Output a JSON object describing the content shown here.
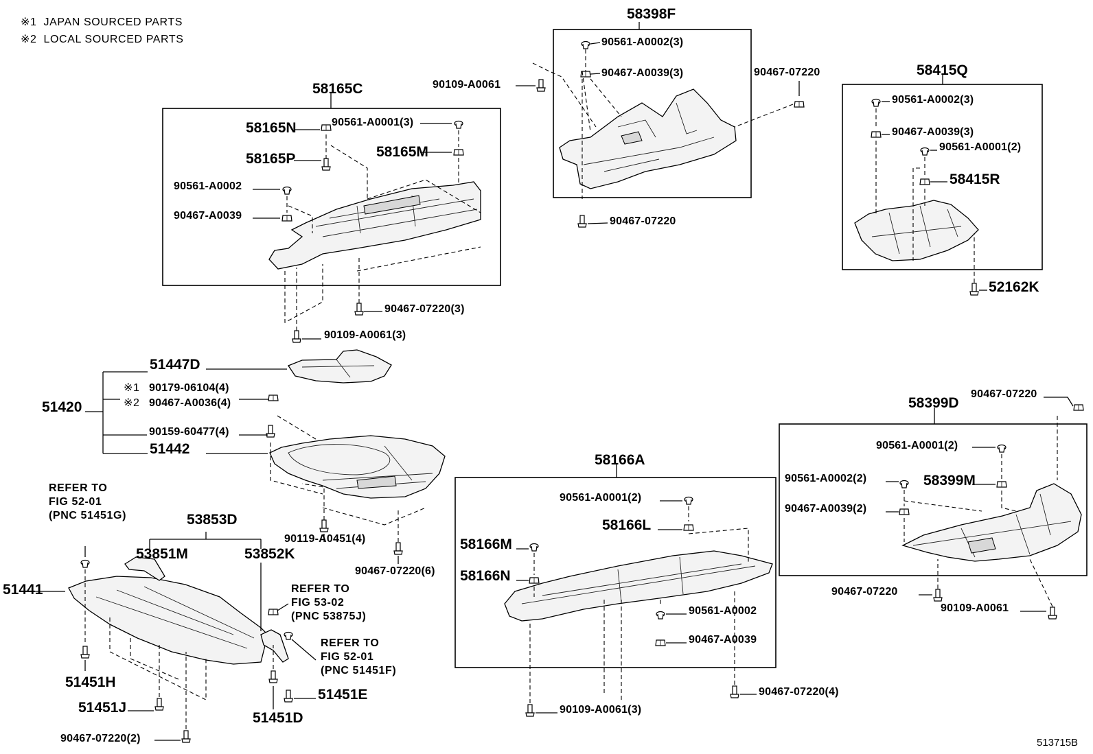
{
  "notes": [
    {
      "mark": "※1",
      "text": "JAPAN SOURCED PARTS"
    },
    {
      "mark": "※2",
      "text": "LOCAL SOURCED PARTS"
    }
  ],
  "figure_code": "513715B",
  "assemblies": {
    "a58398F": "58398F",
    "a58165C": "58165C",
    "a58415Q": "58415Q",
    "a51420": "51420",
    "a58399D": "58399D",
    "a58166A": "58166A",
    "a53853D": "53853D"
  },
  "labels": {
    "l_90561_A0002_3_top": "90561-A0002(3)",
    "l_90467_A0039_3_top": "90467-A0039(3)",
    "l_90467_07220_topA": "90467-07220",
    "l_90109_A0061_top": "90109-A0061",
    "l_90467_07220_topB": "90467-07220",
    "l_58165N": "58165N",
    "l_90561_A0001_3": "90561-A0001(3)",
    "l_58165P": "58165P",
    "l_58165M": "58165M",
    "l_90561_A0002_left": "90561-A0002",
    "l_90467_A0039_left": "90467-A0039",
    "l_90467_07220_3": "90467-07220(3)",
    "l_90109_A0061_3_left": "90109-A0061(3)",
    "l_90561_A0002_3_right": "90561-A0002(3)",
    "l_90467_A0039_3_right": "90467-A0039(3)",
    "l_90561_A0001_2_right": "90561-A0001(2)",
    "l_58415R": "58415R",
    "l_52162K": "52162K",
    "l_51447D": "51447D",
    "l_note1_mark": "※1",
    "l_90179_06104": "90179-06104(4)",
    "l_note2_mark": "※2",
    "l_90467_A0036": "90467-A0036(4)",
    "l_90159_60477": "90159-60477(4)",
    "l_51442": "51442",
    "l_90119_A0451": "90119-A0451(4)",
    "l_90467_07220_6": "90467-07220(6)",
    "l_90467_07220_far": "90467-07220",
    "l_90561_A0001_2_c": "90561-A0001(2)",
    "l_90561_A0002_2_c": "90561-A0002(2)",
    "l_58399M": "58399M",
    "l_90467_A0039_2_c": "90467-A0039(2)",
    "l_90467_07220_c": "90467-07220",
    "l_90109_A0061_c": "90109-A0061",
    "l_90561_A0001_2_m": "90561-A0001(2)",
    "l_58166L": "58166L",
    "l_58166M": "58166M",
    "l_58166N": "58166N",
    "l_90561_A0002_m": "90561-A0002",
    "l_90467_A0039_m": "90467-A0039",
    "l_90467_07220_4": "90467-07220(4)",
    "l_90109_A0061_3_m": "90109-A0061(3)",
    "l_53851M": "53851M",
    "l_53852K": "53852K",
    "l_51441": "51441",
    "l_51451H": "51451H",
    "l_51451J": "51451J",
    "l_90467_07220_2": "90467-07220(2)",
    "l_51451D": "51451D",
    "l_51451E": "51451E"
  },
  "references": {
    "ref1": [
      "REFER TO",
      "FIG 52-01",
      "(PNC 51451G)"
    ],
    "ref2": [
      "REFER TO",
      "FIG 53-02",
      "(PNC 53875J)"
    ],
    "ref3": [
      "REFER TO",
      "FIG 52-01",
      "(PNC 51451F)"
    ]
  }
}
